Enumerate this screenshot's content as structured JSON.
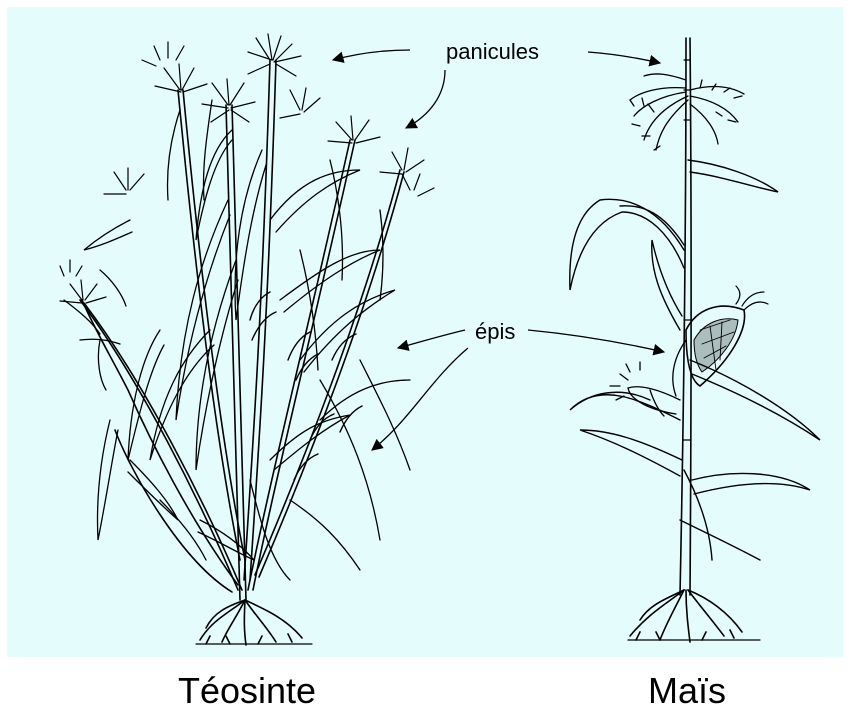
{
  "callouts": {
    "panicles": "panicules",
    "ears": "épis"
  },
  "captions": {
    "left": "Téosinte",
    "right": "Maïs"
  },
  "colors": {
    "background": "#e4fcfb",
    "ink": "#000000",
    "page": "#ffffff"
  },
  "icons": {
    "teosinte": "teosinte-plant-drawing",
    "maize": "maize-plant-drawing"
  }
}
